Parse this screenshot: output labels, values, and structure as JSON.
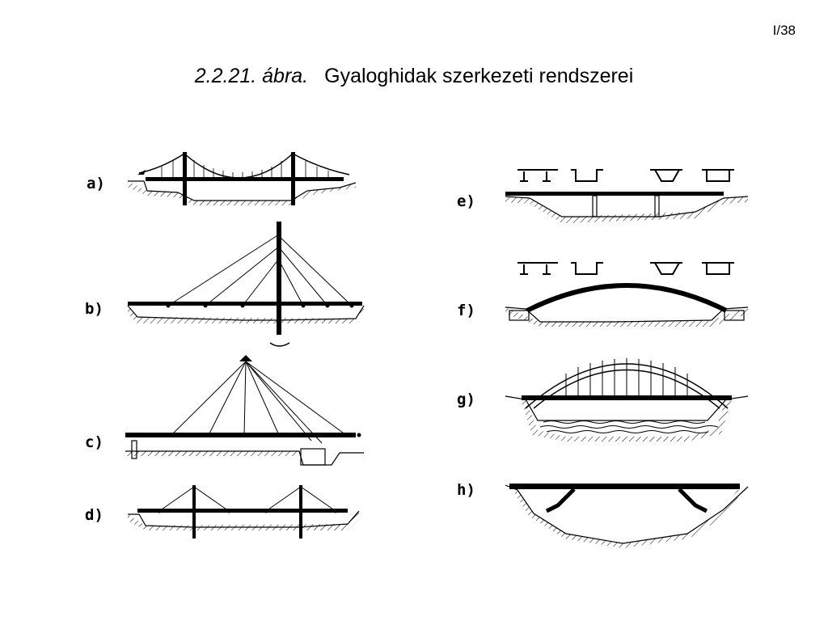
{
  "page_number": "I/38",
  "title": {
    "figure_id": "2.2.21. ábra.",
    "text": "Gyaloghidak szerkezeti rendszerei"
  },
  "panels": [
    {
      "id": "a",
      "label": "a)"
    },
    {
      "id": "b",
      "label": "b)"
    },
    {
      "id": "c",
      "label": "c)"
    },
    {
      "id": "d",
      "label": "d)"
    },
    {
      "id": "e",
      "label": "e)"
    },
    {
      "id": "f",
      "label": "f)"
    },
    {
      "id": "g",
      "label": "g)"
    },
    {
      "id": "h",
      "label": "h)"
    }
  ]
}
